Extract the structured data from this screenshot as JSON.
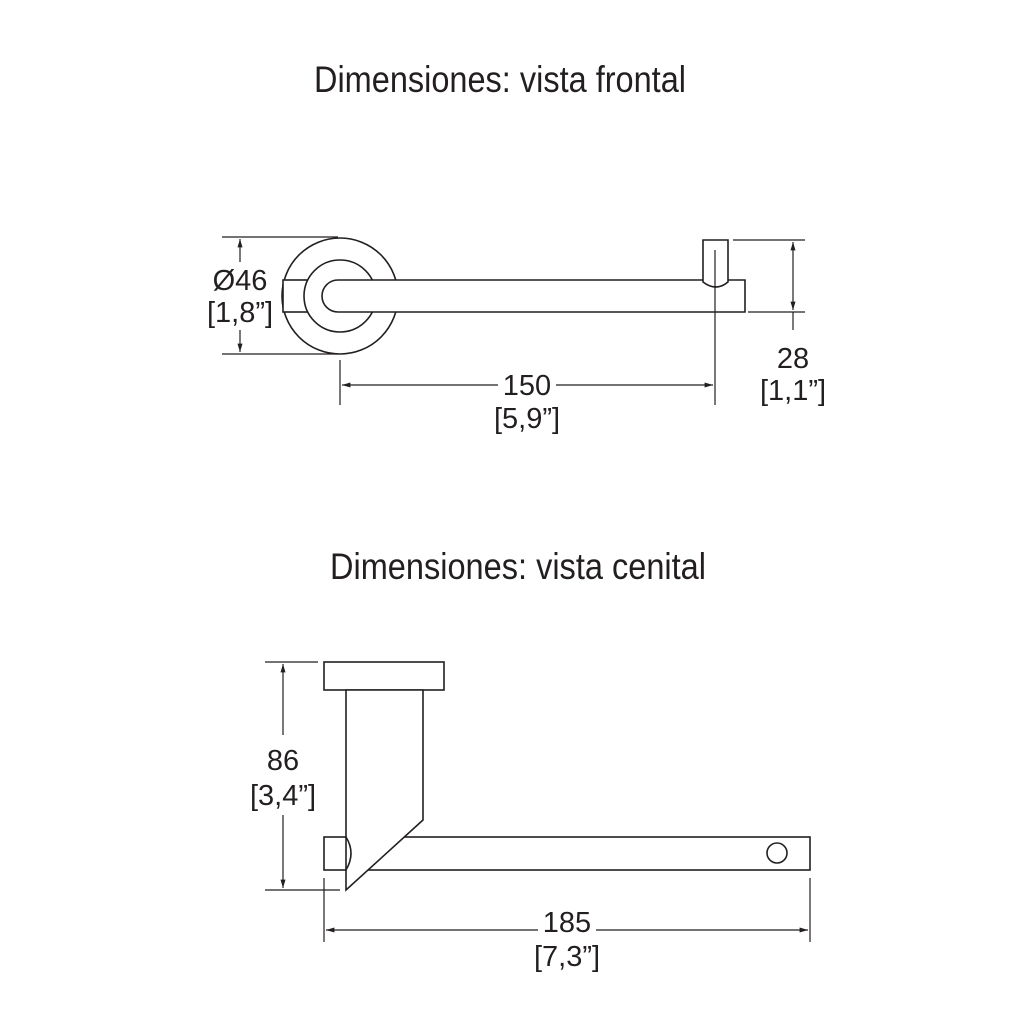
{
  "front_view": {
    "title": "Dimensiones: vista frontal",
    "diameter": {
      "mm": "Ø46",
      "in": "[1,8”]"
    },
    "height": {
      "mm": "28",
      "in": "[1,1”]"
    },
    "length": {
      "mm": "150",
      "in": "[5,9”]"
    }
  },
  "top_view": {
    "title": "Dimensiones: vista cenital",
    "depth": {
      "mm": "86",
      "in": "[3,4”]"
    },
    "length": {
      "mm": "185",
      "in": "[7,3”]"
    }
  },
  "colors": {
    "line": "#231f20",
    "background": "#ffffff"
  }
}
